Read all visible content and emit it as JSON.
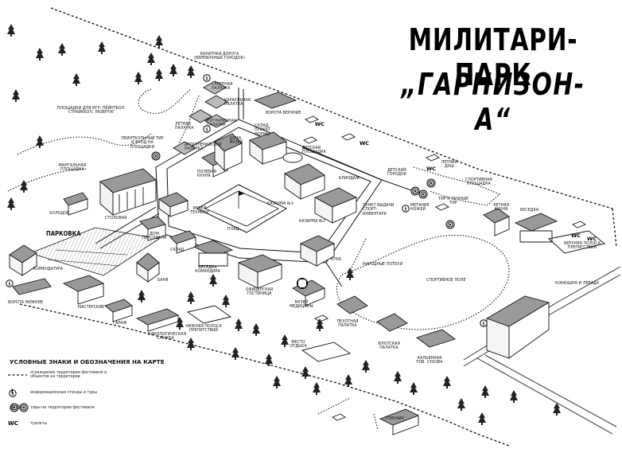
{
  "title": {
    "line1": "МИЛИТАРИ-ПАРК",
    "line2": "„ГАРНИЗОН-А“"
  },
  "labels": {
    "kanatnaya": "КАНАТНАЯ ДОРОГА",
    "kanatnaya_sub": "(ВЕРЕВОЧНЫЙ ГОРОДОК)",
    "sapernaya": "САПЕРНАЯ ПАЛАТКА",
    "karaulnaya": "КАРАУЛЬНАЯ ПАЛАТКА",
    "vorota_verhnie": "ВОРОТА ВЕРХНИЕ",
    "ploschadki": "ПЛОЩАДКИ ДЛЯ ИГР: ПЕЙНТБОЛ, СТРАЙКБОЛ, ЛАЗЕРТАГ",
    "letnyaya_palatka": "ЛЕТНЯЯ ПАЛАТКА",
    "pogranichnaya": "ПОГРАНИЧНАЯ ПАЛАТКА",
    "sklad_prokat": "СКЛАД, ПРОКАТ ФОРМЫ",
    "paintball_tir": "ПЕЙНТБОЛЬНЫЙ ТИР И ВХОД НА ПЛОЩАДКИ",
    "artilleriyskaya": "АРТИЛЛЕРИЙСКАЯ ПАЛАТКА",
    "shtab": "ШТАБ, МУЗЕЙ",
    "detskaya_ploschadka": "ДЕТСКАЯ ПЛОЩАДКА",
    "mangalnaya": "МАНГАЛЬНАЯ ПЛОЩАДКА",
    "polevaya_kuhnya": "ПОЛЕВАЯ КУХНЯ",
    "blindazh": "БЛИНДАЖ",
    "detskiy_gorodok": "ДЕТСКИЙ ГОРОДОК",
    "letniy_dush": "ЛЕТНИЙ ДУШ",
    "sportivnaya_ploschadka": "СПОРТИВНАЯ ПЛОЩАДКА",
    "kazarma1": "КАЗАРМА №1",
    "punkt_vydachi": "ПУНКТ ВЫДАЧИ СПОРТ-ИНВЕНТАРЯ",
    "metanie_nozhey": "МЕТАНИЕ НОЖЕЙ",
    "tir_luchnyy": "ТИР И ЛУЧНЫЙ ТИР",
    "holodok": "ХОЛОДОК",
    "stolovaya": "СТОЛОВАЯ",
    "muzey_tehniki": "МУЗЕЙ ТЕХНИКИ",
    "plac": "ПЛАЦ",
    "kazarma2": "КАЗАРМА №2",
    "letnyaya_kuhnya": "ЛЕТНЯЯ КУХНЯ",
    "besedka": "БЕСЕДКА",
    "parkovka": "ПАРКОВКА",
    "dom_personala": "ДОМ ПЕРСОНАЛА",
    "sklad": "СКЛАД",
    "klub": "КЛУБ",
    "narodnye_poteshki": "НАРОДНЫЕ ПОТЕХИ",
    "verhnyaya_polosa": "ВЕРХНЯЯ ПОЛОСА ПРЕПЯТСТВИЙ",
    "komendatura": "КОМЕНДАТУРА",
    "banya": "БАНЯ",
    "besedka_komandira": "БЕСЕДКА КОМАНДИРА",
    "oficerskaya": "ОФИЦЕРСКАЯ ГОСТИНИЦА",
    "sportivnoe_pole": "СПОРТИВНОЕ ПОЛЕ",
    "vorota_nizhnie": "ВОРОТА НИЖНИЕ",
    "muzey_mediciny": "МУЗЕЙ МЕДИЦИНЫ",
    "konyushnya": "КОНЮШНЯ И ЛЕВАДА",
    "masterskie": "МАСТЕРСКИЕ",
    "garazh": "ГАРАЖ",
    "pehotnaya": "ПЕХОТНАЯ ПАЛАТКА",
    "kinologicheskaya": "КИНОЛОГИЧЕСКАЯ СЛУЖБА",
    "nizhnyaya_polosa": "НИЖНЯЯ ПОЛОСА ПРЕПЯТСТВИЙ",
    "flotskaya": "ФЛОТСКАЯ ПАЛАТКА",
    "mesto_otdyha": "МЕСТО ОТДЫХА",
    "kalyannaya": "КАЛЬЯННАЯ ТОВ. СУХОВА",
    "ptichnik": "ПТИЧНИК",
    "wc": "WC"
  },
  "legend": {
    "title": "УСЛОВНЫЕ ЗНАКИ И ОБОЗНАЧЕНИЯ НА КАРТЕ",
    "items": [
      {
        "symbol": "",
        "text": "ограждение территории фестиваля и объектов на территории"
      },
      {
        "symbol": "i",
        "text": "информационные стенды и туры"
      },
      {
        "symbol": "◎ ◎",
        "text": "тиры на территории фестиваля"
      },
      {
        "symbol": "WC",
        "text": "туалеты"
      }
    ]
  }
}
